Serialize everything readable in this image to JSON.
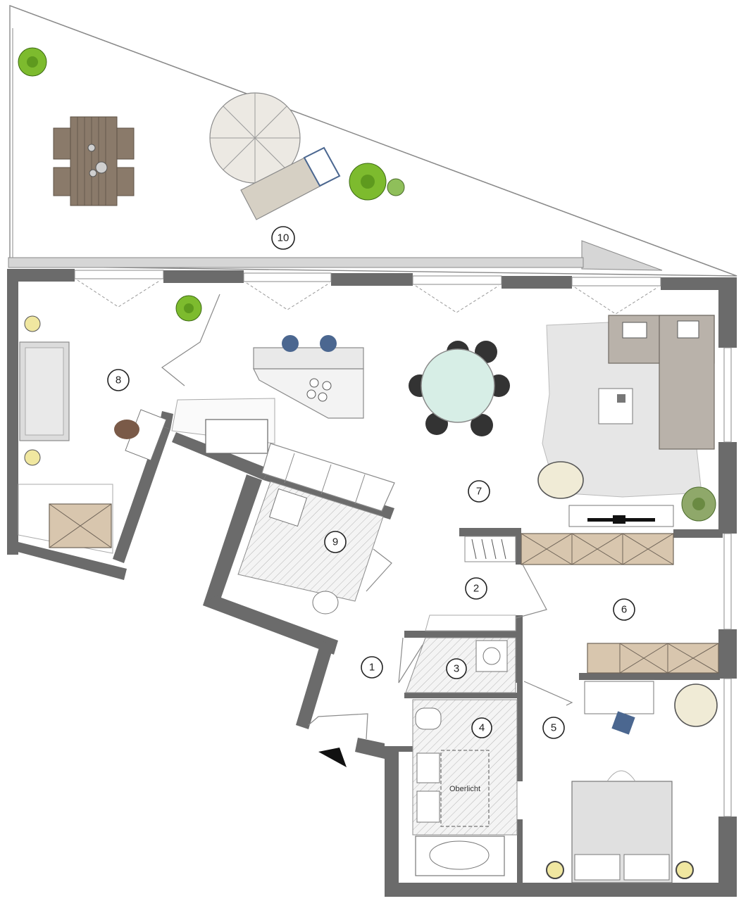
{
  "rooms": [
    {
      "id": "1",
      "label": "1"
    },
    {
      "id": "2",
      "label": "2"
    },
    {
      "id": "3",
      "label": "3"
    },
    {
      "id": "4",
      "label": "4"
    },
    {
      "id": "5",
      "label": "5"
    },
    {
      "id": "6",
      "label": "6"
    },
    {
      "id": "7",
      "label": "7"
    },
    {
      "id": "8",
      "label": "8"
    },
    {
      "id": "9",
      "label": "9"
    },
    {
      "id": "10",
      "label": "10"
    }
  ],
  "annotations": {
    "skylight": "Oberlicht"
  },
  "colors": {
    "wall": "#6b6b6b",
    "cabinet": "#d8c6ae",
    "plant": "#7dbb2e",
    "deck_wood": "#8a7a6a",
    "rug": "#e6e6e6",
    "chair_blue": "#4b6790",
    "sofa": "#b9b2aa"
  },
  "icons": {
    "entrance": "entrance-arrow-icon",
    "plant": "potted-plant-icon",
    "umbrella": "parasol-icon",
    "lamp": "floor-lamp-icon"
  }
}
